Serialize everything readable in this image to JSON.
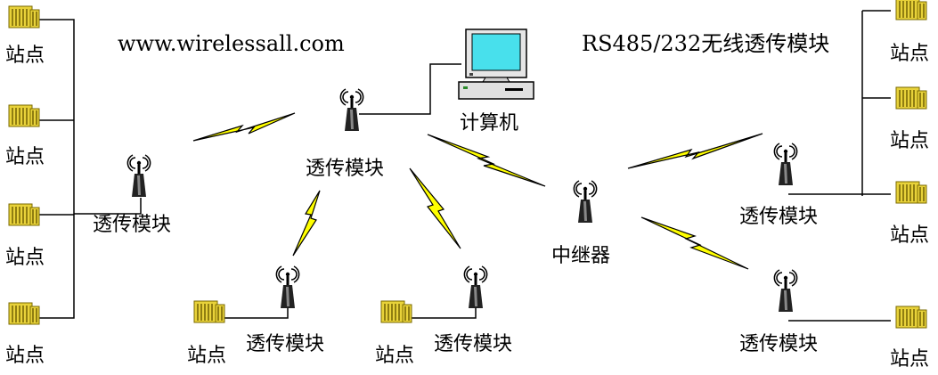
{
  "website": "www.wirelessall.com",
  "title": "RS485/232无线透传模块",
  "computer_label": "计算机",
  "repeater_label": "中继器",
  "module_label": "透传模块",
  "station_label": "站点",
  "colors": {
    "lightning": "#ffff00",
    "building": "#e8d23a",
    "screen": "#48e0ec",
    "antenna": "#000000"
  }
}
